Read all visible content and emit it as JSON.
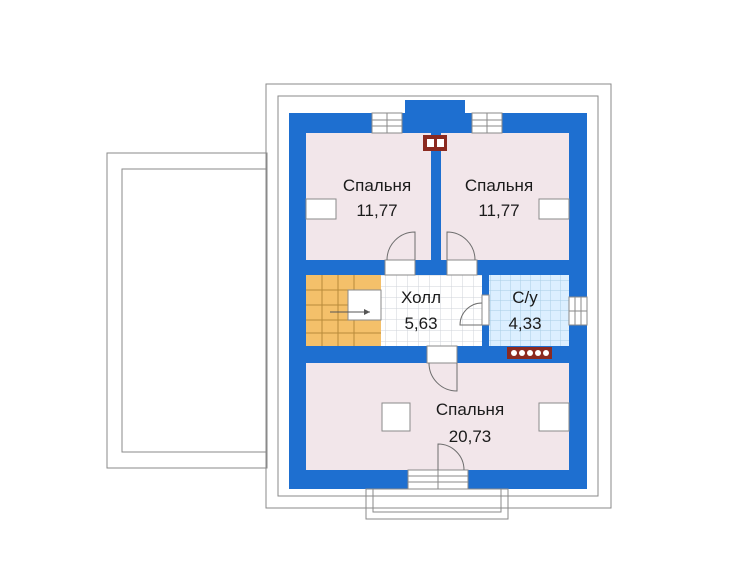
{
  "rooms": [
    {
      "id": "bedroom-top-left",
      "name": "Спальня",
      "area": "11,77"
    },
    {
      "id": "bedroom-top-right",
      "name": "Спальня",
      "area": "11,77"
    },
    {
      "id": "hall",
      "name": "Холл",
      "area": "5,63"
    },
    {
      "id": "bathroom",
      "name": "С/у",
      "area": "4,33"
    },
    {
      "id": "bedroom-bottom",
      "name": "Спальня",
      "area": "20,73"
    }
  ],
  "colors": {
    "wall": "#1e6fd0",
    "bedroom_floor": "#f2e6ea",
    "hall_floor": "#ffffff",
    "hall_grid": "#cfd3da",
    "bathroom_floor": "#dcefff",
    "bathroom_grid": "#a8cde6",
    "stairs": "#f4c06a",
    "chimney": "#8b2a20",
    "outline": "#8a8a8a"
  }
}
